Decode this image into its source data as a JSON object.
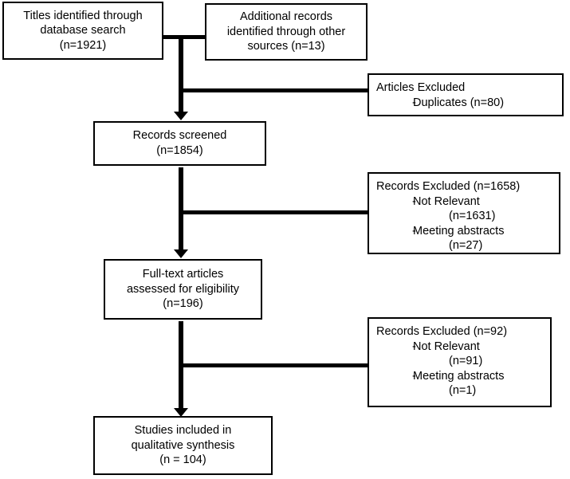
{
  "diagram": {
    "title": "PRISMA study selection flow diagram",
    "type": "flowchart",
    "stroke_color": "#000000",
    "background_color": "#ffffff",
    "nodes": {
      "database_search": {
        "line1": "Titles identified through",
        "line2": "database search",
        "line3": "(n=1921)"
      },
      "other_sources": {
        "line1": "Additional records",
        "line2": "identified through other",
        "line3": "sources (n=13)"
      },
      "articles_excluded": {
        "head": "Articles Excluded",
        "bullets": [
          {
            "dash": "-",
            "text": "Duplicates (n=80)"
          }
        ]
      },
      "records_screened": {
        "line1": "Records screened",
        "line2": "(n=1854)"
      },
      "records_excluded_screening": {
        "head": "Records Excluded (n=1658)",
        "bullets": [
          {
            "dash": "-",
            "text": "Not Relevant",
            "sub": "(n=1631)"
          },
          {
            "dash": "-",
            "text": "Meeting abstracts",
            "sub": "(n=27)"
          }
        ]
      },
      "full_text_assessed": {
        "line1": "Full-text articles",
        "line2": "assessed for eligibility",
        "line3": "(n=196)"
      },
      "records_excluded_fulltext": {
        "head": "Records Excluded (n=92)",
        "bullets": [
          {
            "dash": "-",
            "text": "Not Relevant",
            "sub": "(n=91)"
          },
          {
            "dash": "-",
            "text": "Meeting abstracts",
            "sub": "(n=1)"
          }
        ]
      },
      "studies_included": {
        "line1": "Studies included in",
        "line2": "qualitative synthesis",
        "line3": "(n = 104)"
      }
    }
  }
}
